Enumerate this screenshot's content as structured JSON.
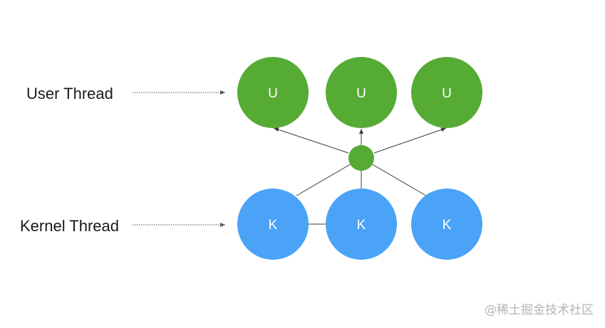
{
  "labels": {
    "user_thread": "User Thread",
    "kernel_thread": "Kernel Thread"
  },
  "user_threads": [
    {
      "letter": "U"
    },
    {
      "letter": "U"
    },
    {
      "letter": "U"
    }
  ],
  "kernel_threads": [
    {
      "letter": "K"
    },
    {
      "letter": "K"
    },
    {
      "letter": "K"
    }
  ],
  "colors": {
    "user_thread": "#56ab35",
    "kernel_thread": "#4aa3f7",
    "connector": "#3c3c3c",
    "pointer": "#555555"
  },
  "watermark": "@稀土掘金技术社区"
}
